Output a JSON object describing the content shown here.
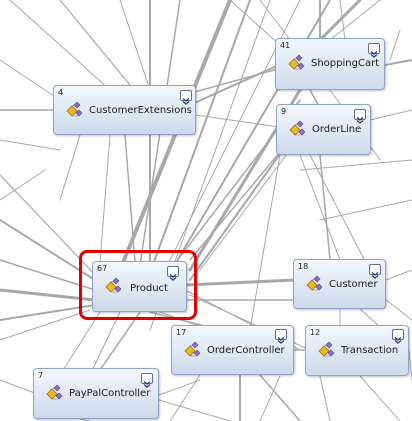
{
  "colors": {
    "edge": "#a8a8a8",
    "node_border": "#8fa3c8",
    "highlight": "#e00000"
  },
  "nodes": [
    {
      "id": "shoppingcart",
      "count": "41",
      "name": "ShoppingCart",
      "icon": "class-icon"
    },
    {
      "id": "customerextensions",
      "count": "4",
      "name": "CustomerExtensions",
      "icon": "class-icon"
    },
    {
      "id": "orderline",
      "count": "9",
      "name": "OrderLine",
      "icon": "class-icon"
    },
    {
      "id": "product",
      "count": "67",
      "name": "Product",
      "icon": "class-icon",
      "highlighted": true
    },
    {
      "id": "customer",
      "count": "18",
      "name": "Customer",
      "icon": "class-icon"
    },
    {
      "id": "ordercontroller",
      "count": "17",
      "name": "OrderController",
      "icon": "class-icon"
    },
    {
      "id": "transaction",
      "count": "12",
      "name": "Transaction",
      "icon": "class-icon"
    },
    {
      "id": "paypalcontroller",
      "count": "7",
      "name": "PayPalController",
      "icon": "class-icon"
    }
  ]
}
